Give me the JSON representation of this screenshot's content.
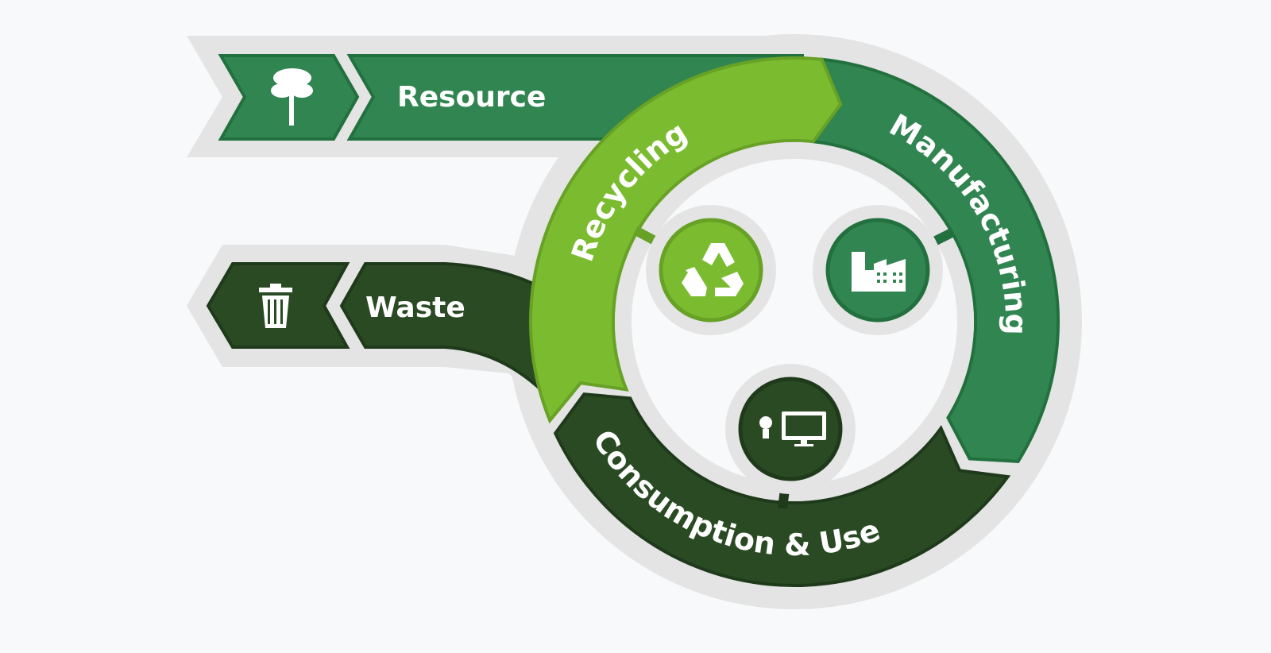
{
  "colors": {
    "background": "#f8f9fa",
    "halo": "#e3e4e3",
    "medium_green": "#318551",
    "medium_green_border": "#23703f",
    "light_green": "#7bbb2f",
    "light_green_border": "#67a126",
    "dark_green": "#2a4a24",
    "dark_green_border": "#1f3a1b"
  },
  "bars": {
    "resource": {
      "label": "Resource",
      "icon": "tree-icon"
    },
    "waste": {
      "label": "Waste",
      "icon": "trash-can-icon"
    }
  },
  "cycle": {
    "recycling": {
      "label": "Recycling",
      "icon": "recycle-icon"
    },
    "manufacturing": {
      "label": "Manufacturing",
      "icon": "factory-icon"
    },
    "consumption": {
      "label": "Consumption & Use",
      "icon": "lightbulb-monitor-icon"
    }
  }
}
